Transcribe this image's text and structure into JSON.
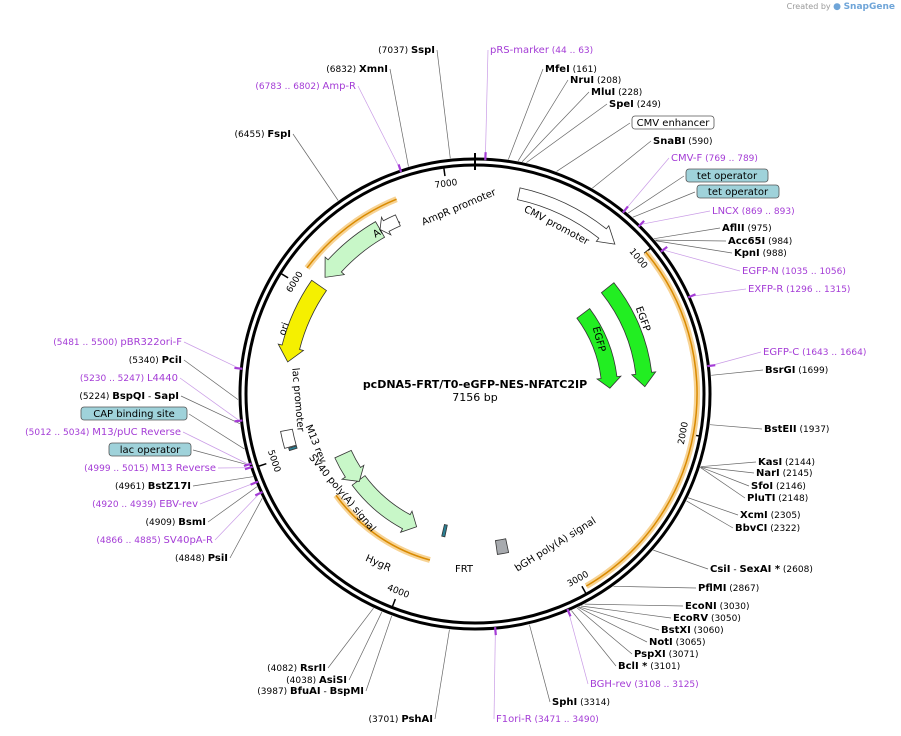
{
  "credit": {
    "prefix": "Created by",
    "brand": "SnapGene"
  },
  "plasmid": {
    "name": "pcDNA5-FRT/T0-eGFP-NES-NFATC2IP",
    "size_label": "7156 bp"
  },
  "ticks": [
    {
      "label": "7000",
      "bp": 7000
    },
    {
      "label": "1000",
      "bp": 1000
    },
    {
      "label": "2000",
      "bp": 2000
    },
    {
      "label": "3000",
      "bp": 3000
    },
    {
      "label": "4000",
      "bp": 4000
    },
    {
      "label": "5000",
      "bp": 5000
    },
    {
      "label": "6000",
      "bp": 6000
    }
  ],
  "features": [
    {
      "label": "CMV promoter",
      "color": "#ffffff",
      "arrow": "cw"
    },
    {
      "label": "EGFP",
      "color": "#22ee22",
      "arrow": "cw"
    },
    {
      "label": "EGFP",
      "color": "#22ee22",
      "arrow": "cw"
    },
    {
      "label": "bGH poly(A) signal",
      "color": "#a7aaae",
      "arrow": "none"
    },
    {
      "label": "FRT",
      "color": "#2b7f93",
      "arrow": "none"
    },
    {
      "label": "HygR",
      "color": "#c8f7c8",
      "arrow": "ccw"
    },
    {
      "label": "SV40 poly(A) signal",
      "color": "#c8f7c8",
      "arrow": "ccw"
    },
    {
      "label": "M13 rev",
      "color": "#2b7f93",
      "arrow": "none"
    },
    {
      "label": "lac promoter",
      "color": "#ffffff",
      "arrow": "none"
    },
    {
      "label": "ori",
      "color": "#f5f000",
      "arrow": "ccw"
    },
    {
      "label": "AmpR",
      "color": "#c8f7c8",
      "arrow": "ccw"
    },
    {
      "label": "AmpR promoter",
      "color": "#ffffff",
      "arrow": "ccw"
    }
  ],
  "labels": [
    {
      "pos": "(7037)",
      "name": "SspI",
      "kind": "enzyme"
    },
    {
      "pos": "(6832)",
      "name": "XmnI",
      "kind": "enzyme"
    },
    {
      "pos": "(6783 .. 6802)",
      "name": "Amp-R",
      "kind": "primer"
    },
    {
      "pos": "(6455)",
      "name": "FspI",
      "kind": "enzyme"
    },
    {
      "name": "pRS-marker",
      "pos": "(44 .. 63)",
      "kind": "primer"
    },
    {
      "name": "MfeI",
      "pos": "(161)",
      "kind": "enzyme"
    },
    {
      "name": "NruI",
      "pos": "(208)",
      "kind": "enzyme"
    },
    {
      "name": "MluI",
      "pos": "(228)",
      "kind": "enzyme"
    },
    {
      "name": "SpeI",
      "pos": "(249)",
      "kind": "enzyme"
    },
    {
      "name": "CMV enhancer",
      "kind": "box"
    },
    {
      "name": "SnaBI",
      "pos": "(590)",
      "kind": "enzyme"
    },
    {
      "name": "CMV-F",
      "pos": "(769 .. 789)",
      "kind": "primer"
    },
    {
      "name": "tet operator",
      "kind": "box-blue"
    },
    {
      "name": "tet operator",
      "kind": "box-blue"
    },
    {
      "name": "LNCX",
      "pos": "(869 .. 893)",
      "kind": "primer"
    },
    {
      "name": "AflII",
      "pos": "(975)",
      "kind": "enzyme"
    },
    {
      "name": "Acc65I",
      "pos": "(984)",
      "kind": "enzyme"
    },
    {
      "name": "KpnI",
      "pos": "(988)",
      "kind": "enzyme"
    },
    {
      "name": "EGFP-N",
      "pos": "(1035 .. 1056)",
      "kind": "primer"
    },
    {
      "name": "EXFP-R",
      "pos": "(1296 .. 1315)",
      "kind": "primer"
    },
    {
      "name": "EGFP-C",
      "pos": "(1643 .. 1664)",
      "kind": "primer"
    },
    {
      "name": "BsrGI",
      "pos": "(1699)",
      "kind": "enzyme"
    },
    {
      "name": "BstEII",
      "pos": "(1937)",
      "kind": "enzyme"
    },
    {
      "name": "KasI",
      "pos": "(2144)",
      "kind": "enzyme"
    },
    {
      "name": "NarI",
      "pos": "(2145)",
      "kind": "enzyme"
    },
    {
      "name": "SfoI",
      "pos": "(2146)",
      "kind": "enzyme"
    },
    {
      "name": "PluTI",
      "pos": "(2148)",
      "kind": "enzyme"
    },
    {
      "name": "XcmI",
      "pos": "(2305)",
      "kind": "enzyme"
    },
    {
      "name": "BbvCI",
      "pos": "(2322)",
      "kind": "enzyme"
    },
    {
      "name": "CsiI",
      "mid": " - ",
      "name2": "SexAI *",
      "pos": "(2608)",
      "kind": "enzyme"
    },
    {
      "name": "PflMI",
      "pos": "(2867)",
      "kind": "enzyme"
    },
    {
      "name": "EcoNI",
      "pos": "(3030)",
      "kind": "enzyme"
    },
    {
      "name": "EcoRV",
      "pos": "(3050)",
      "kind": "enzyme"
    },
    {
      "name": "BstXI",
      "pos": "(3060)",
      "kind": "enzyme"
    },
    {
      "name": "NotI",
      "pos": "(3065)",
      "kind": "enzyme"
    },
    {
      "name": "PspXI",
      "pos": "(3071)",
      "kind": "enzyme"
    },
    {
      "name": "BclI *",
      "pos": "(3101)",
      "kind": "enzyme"
    },
    {
      "name": "BGH-rev",
      "pos": "(3108 .. 3125)",
      "kind": "primer"
    },
    {
      "name": "SphI",
      "pos": "(3314)",
      "kind": "enzyme"
    },
    {
      "name": "F1ori-R",
      "pos": "(3471 .. 3490)",
      "kind": "primer"
    },
    {
      "pos": "(3701)",
      "name": "PshAI",
      "kind": "enzyme"
    },
    {
      "pos": "(3987)",
      "name": "BfuAI",
      "mid": " - ",
      "name2": "BspMI",
      "kind": "enzyme"
    },
    {
      "pos": "(4038)",
      "name": "AsiSI",
      "kind": "enzyme"
    },
    {
      "pos": "(4082)",
      "name": "RsrII",
      "kind": "enzyme"
    },
    {
      "pos": "(4848)",
      "name": "PsiI",
      "kind": "enzyme"
    },
    {
      "pos": "(4866 .. 4885)",
      "name": "SV40pA-R",
      "kind": "primer"
    },
    {
      "pos": "(4909)",
      "name": "BsmI",
      "kind": "enzyme"
    },
    {
      "pos": "(4920 .. 4939)",
      "name": "EBV-rev",
      "kind": "primer"
    },
    {
      "pos": "(4961)",
      "name": "BstZ17I",
      "kind": "enzyme"
    },
    {
      "pos": "(4999 .. 5015)",
      "name": "M13 Reverse",
      "kind": "primer"
    },
    {
      "name": "lac operator",
      "kind": "box-blue"
    },
    {
      "pos": "(5012 .. 5034)",
      "name": "M13/pUC Reverse",
      "kind": "primer"
    },
    {
      "name": "CAP binding site",
      "kind": "box-blue"
    },
    {
      "pos": "(5224)",
      "name": "BspQI",
      "mid": " - ",
      "name2": "SapI",
      "kind": "enzyme"
    },
    {
      "pos": "(5230 .. 5247)",
      "name": "L4440",
      "kind": "primer"
    },
    {
      "pos": "(5340)",
      "name": "PciI",
      "kind": "enzyme"
    },
    {
      "pos": "(5481 .. 5500)",
      "name": "pBR322ori-F",
      "kind": "primer"
    }
  ]
}
